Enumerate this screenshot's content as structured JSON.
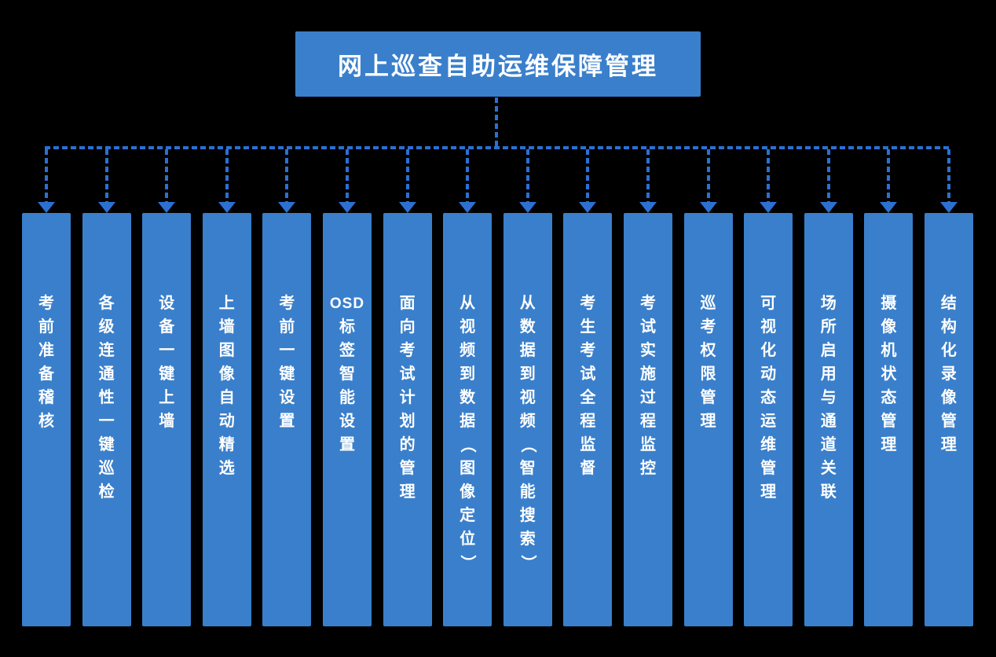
{
  "diagram": {
    "root": {
      "label": "网上巡查自助运维保障管理"
    },
    "columns": [
      {
        "label": "考前准备稽核"
      },
      {
        "label": "各级连通性一键巡检"
      },
      {
        "label": "设备一键上墙"
      },
      {
        "label": "上墙图像自动精选"
      },
      {
        "label": "考前一键设置"
      },
      {
        "label": "OSD标签智能设置"
      },
      {
        "label": "面向考试计划的管理"
      },
      {
        "label": "从视频到数据（图像定位）"
      },
      {
        "label": "从数据到视频（智能搜索）"
      },
      {
        "label": "考生考试全程监督"
      },
      {
        "label": "考试实施过程监控"
      },
      {
        "label": "巡考权限管理"
      },
      {
        "label": "可视化动态运维管理"
      },
      {
        "label": "场所启用与通道关联"
      },
      {
        "label": "摄像机状态管理"
      },
      {
        "label": "结构化录像管理"
      }
    ],
    "colors": {
      "node_fill": "#3a7fcb",
      "connector": "#2c70d2",
      "text": "#ffffff",
      "background": "#000000"
    }
  }
}
